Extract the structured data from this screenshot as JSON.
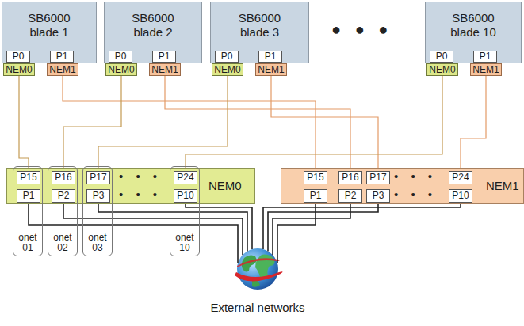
{
  "diagram": {
    "nodes": [
      {
        "text": [
          "SB6000 blade 1"
        ]
      },
      {
        "text": [
          "P0"
        ],
        "in": 0
      },
      {
        "text": [
          "P1"
        ],
        "in": 0
      },
      {
        "text": [
          "NEM0"
        ]
      },
      {
        "text": [
          "NEM1"
        ]
      },
      {
        "text": [
          "SB6000 blade 2"
        ]
      },
      {
        "text": [
          "P0"
        ],
        "in": 5
      },
      {
        "text": [
          "P1"
        ],
        "in": 5
      },
      {
        "text": [
          "NEM0"
        ]
      },
      {
        "text": [
          "NEM1"
        ]
      },
      {
        "text": [
          "SB6000 blade 3"
        ]
      },
      {
        "text": [
          "P0"
        ],
        "in": 10
      },
      {
        "text": [
          "P1"
        ],
        "in": 10
      },
      {
        "text": [
          "NEM0"
        ]
      },
      {
        "text": [
          "NEM1"
        ]
      },
      {
        "text": [
          "SB6000 blade 10"
        ]
      },
      {
        "text": [
          "P0"
        ],
        "in": 15
      },
      {
        "text": [
          "P1"
        ],
        "in": 15
      },
      {
        "text": [
          "NEM0"
        ]
      },
      {
        "text": [
          "NEM1"
        ]
      },
      {
        "text": [
          "NEM0"
        ]
      },
      {
        "text": [
          "P15"
        ],
        "in": 20
      },
      {
        "text": [
          "P16"
        ],
        "in": 20
      },
      {
        "text": [
          "P17"
        ],
        "in": 20
      },
      {
        "text": [
          "P24"
        ],
        "in": 20
      },
      {
        "text": [
          "P1"
        ],
        "in": 20
      },
      {
        "text": [
          "P2"
        ],
        "in": 20
      },
      {
        "text": [
          "P3"
        ],
        "in": 20
      },
      {
        "text": [
          "P10"
        ],
        "in": 20
      },
      {
        "text": [
          "NEM1"
        ]
      },
      {
        "text": [
          "P15"
        ],
        "in": 29
      },
      {
        "text": [
          "P16"
        ],
        "in": 29
      },
      {
        "text": [
          "P17"
        ],
        "in": 29
      },
      {
        "text": [
          "P24"
        ],
        "in": 29
      },
      {
        "text": [
          "P1"
        ],
        "in": 29
      },
      {
        "text": [
          "P2"
        ],
        "in": 29
      },
      {
        "text": [
          "P3"
        ],
        "in": 29
      },
      {
        "text": [
          "P10"
        ],
        "in": 29
      },
      {
        "text": [
          "onet 01"
        ]
      },
      {
        "text": [
          "onet 02"
        ]
      },
      {
        "text": [
          "onet 03"
        ]
      },
      {
        "text": [
          "onet 10"
        ]
      },
      {
        "text": [
          "External networks"
        ]
      }
    ],
    "edges": [
      {
        "from": 3,
        "to": 21,
        "arrow": "none"
      },
      {
        "from": 4,
        "to": 30,
        "arrow": "none"
      },
      {
        "from": 8,
        "to": 22,
        "arrow": "none"
      },
      {
        "from": 9,
        "to": 31,
        "arrow": "none"
      },
      {
        "from": 13,
        "to": 23,
        "arrow": "none"
      },
      {
        "from": 14,
        "to": 32,
        "arrow": "none"
      },
      {
        "from": 18,
        "to": 24,
        "arrow": "none"
      },
      {
        "from": 19,
        "to": 33,
        "arrow": "none"
      },
      {
        "from": 25,
        "to": 42,
        "arrow": "none"
      },
      {
        "from": 26,
        "to": 42,
        "arrow": "none"
      },
      {
        "from": 27,
        "to": 42,
        "arrow": "none"
      },
      {
        "from": 28,
        "to": 42,
        "arrow": "none"
      },
      {
        "from": 34,
        "to": 42,
        "arrow": "none"
      },
      {
        "from": 35,
        "to": 42,
        "arrow": "none"
      },
      {
        "from": 36,
        "to": 42,
        "arrow": "none"
      },
      {
        "from": 37,
        "to": 42,
        "arrow": "none"
      }
    ],
    "labels": [
      "● ● ●",
      "• • •",
      "• • •",
      "• • •",
      "• • •"
    ]
  }
}
